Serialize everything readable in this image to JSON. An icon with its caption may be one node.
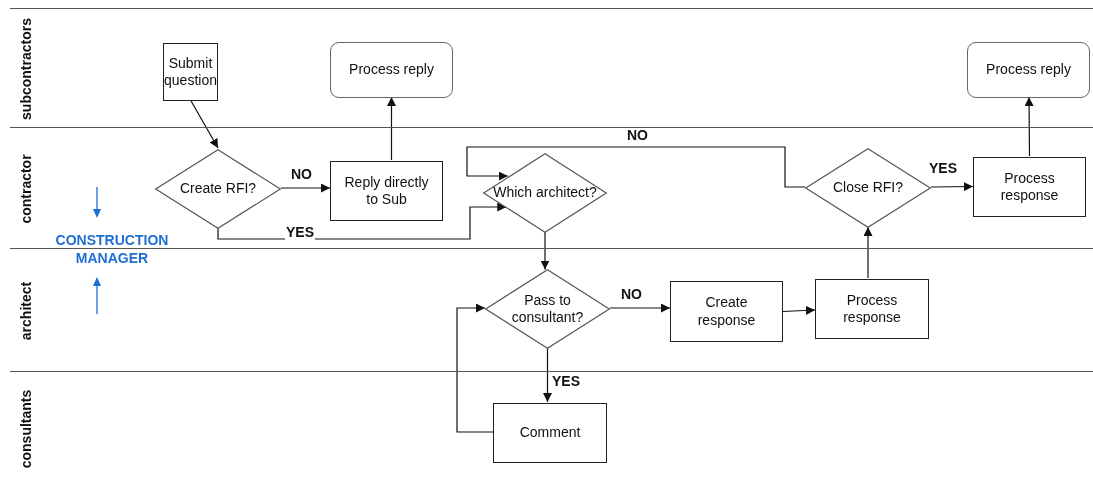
{
  "diagram": {
    "nodes": [
      {
        "text": [
          "subcontractors"
        ]
      },
      {
        "text": [
          "contractor"
        ]
      },
      {
        "text": [
          "architect"
        ]
      },
      {
        "text": [
          "consultants"
        ]
      },
      {
        "text": [
          "Submit question"
        ],
        "in": 0
      },
      {
        "text": [
          "Process reply"
        ],
        "in": 0
      },
      {
        "text": [
          "Process reply"
        ],
        "in": 0
      },
      {
        "text": [
          "Create RFI?"
        ],
        "in": 1
      },
      {
        "text": [
          "Reply directly to Sub"
        ],
        "in": 1
      },
      {
        "text": [
          "Which architect?"
        ],
        "in": 1
      },
      {
        "text": [
          "Close RFI?"
        ],
        "in": 1
      },
      {
        "text": [
          "Process response"
        ],
        "in": 1
      },
      {
        "text": [
          "Pass to consultant?"
        ],
        "in": 2
      },
      {
        "text": [
          "Create response"
        ],
        "in": 2
      },
      {
        "text": [
          "Process response"
        ],
        "in": 2
      },
      {
        "text": [
          "Comment"
        ],
        "in": 3
      }
    ],
    "edges": [
      {
        "from": 4,
        "to": 7,
        "arrow": "to"
      },
      {
        "from": 7,
        "to": 8,
        "arrow": "to",
        "label": "NO"
      },
      {
        "from": 8,
        "to": 5,
        "arrow": "to"
      },
      {
        "from": 7,
        "to": 9,
        "arrow": "to",
        "label": "YES"
      },
      {
        "from": 9,
        "to": 12,
        "arrow": "to"
      },
      {
        "from": 12,
        "to": 13,
        "arrow": "to",
        "label": "NO"
      },
      {
        "from": 13,
        "to": 14,
        "arrow": "to"
      },
      {
        "from": 14,
        "to": 10,
        "arrow": "to"
      },
      {
        "from": 10,
        "to": 9,
        "arrow": "to",
        "label": "NO"
      },
      {
        "from": 10,
        "to": 11,
        "arrow": "to",
        "label": "YES"
      },
      {
        "from": 11,
        "to": 6,
        "arrow": "to"
      },
      {
        "from": 12,
        "to": 15,
        "arrow": "to",
        "label": "YES"
      },
      {
        "from": 15,
        "to": 12,
        "arrow": "to"
      }
    ],
    "labels": [
      "CONSTRUCTION MANAGER"
    ]
  }
}
